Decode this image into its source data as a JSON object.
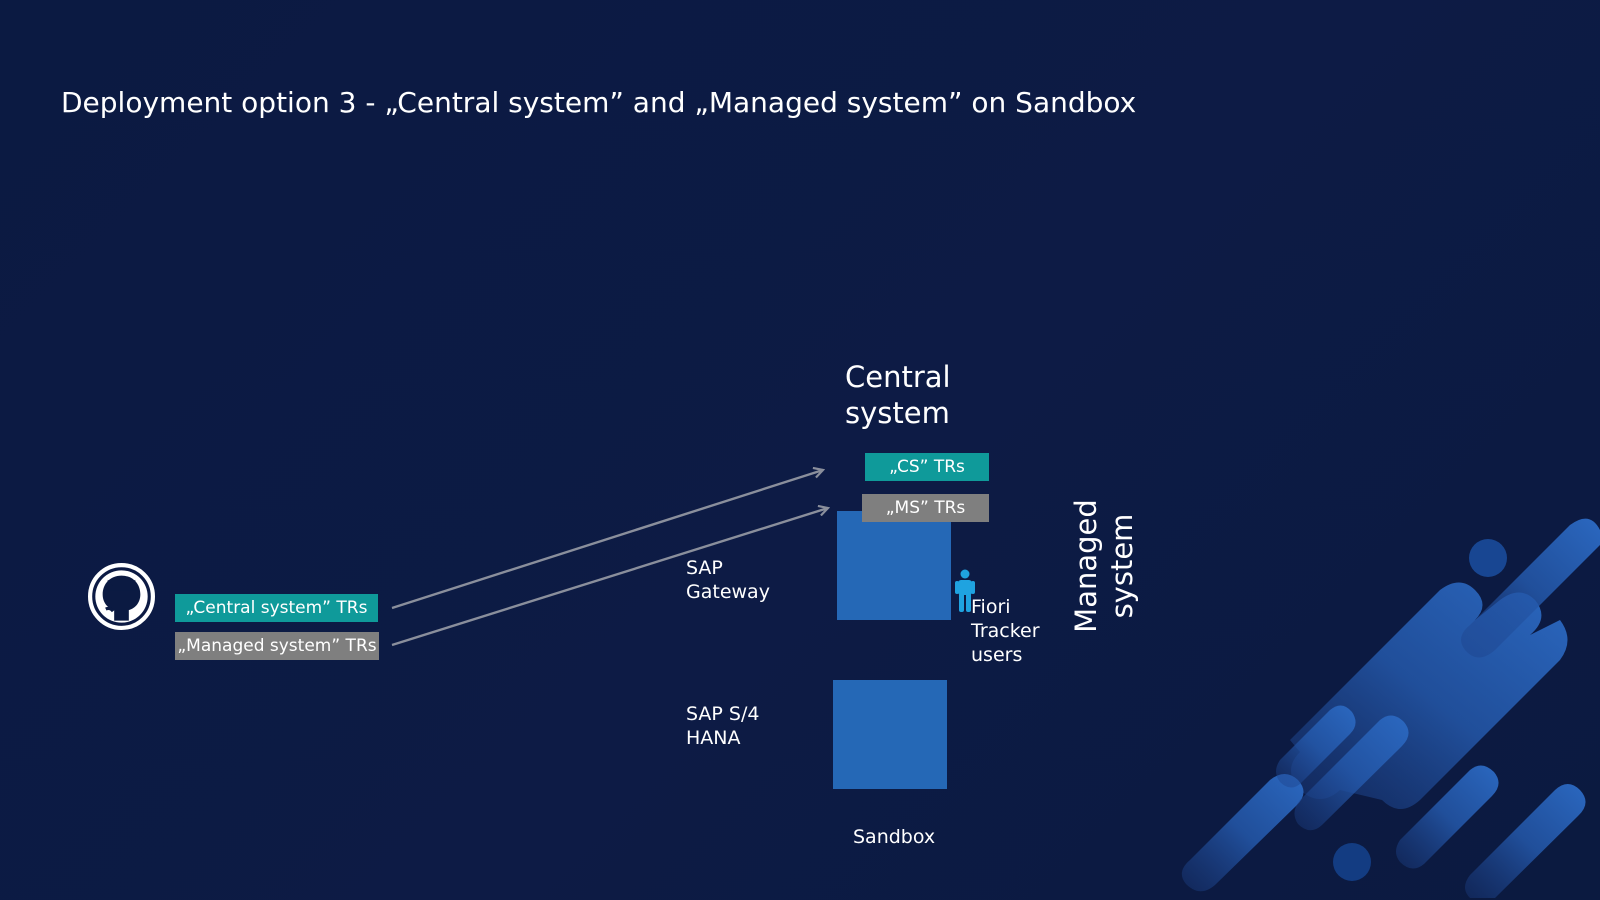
{
  "title": "Deployment option 3 - „Central system” and „Managed system” on Sandbox",
  "repository": {
    "icon": "github-icon",
    "central_tr_label": "„Central system” TRs",
    "managed_tr_label": "„Managed system” TRs"
  },
  "central_system": {
    "label_line1": "Central",
    "label_line2": "system",
    "cs_tr_label": "„CS” TRs",
    "ms_tr_label": "„MS” TRs"
  },
  "managed_system": {
    "label_line1": "Managed",
    "label_line2": "system"
  },
  "components": {
    "gateway_line1": "SAP",
    "gateway_line2": "Gateway",
    "s4_line1": "SAP S/4",
    "s4_line2": "HANA",
    "sandbox_label": "Sandbox"
  },
  "users": {
    "icon": "person-icon",
    "line1": "Fiori",
    "line2": "Tracker",
    "line3": "users"
  },
  "colors": {
    "background": "#0b1a42",
    "teal_tag": "#0f9a9a",
    "gray_tag": "#7f7f7f",
    "system_block": "#2568b6",
    "arrow": "#8a8f9c",
    "person": "#1fa3e0"
  }
}
